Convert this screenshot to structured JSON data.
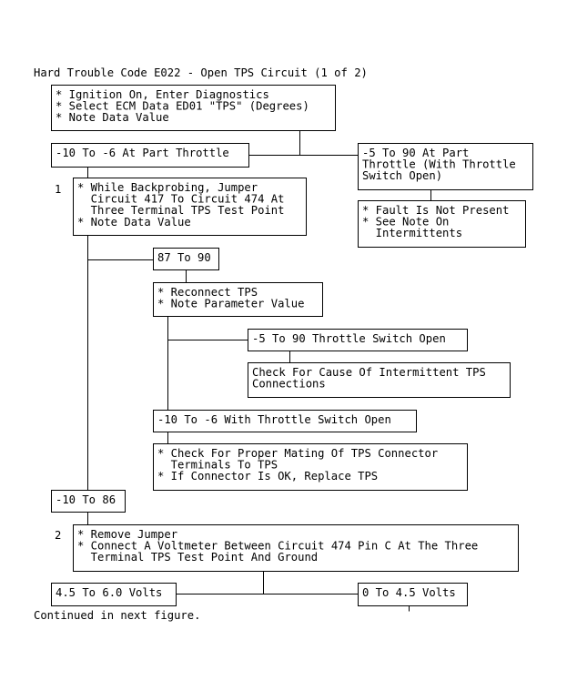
{
  "title": "Hard Trouble Code E022 - Open TPS Circuit (1 of 2)",
  "footer": "Continued in next figure.",
  "steps": {
    "step1_number": "1",
    "step2_number": "2"
  },
  "boxes": {
    "start": [
      "* Ignition On, Enter Diagnostics",
      "* Select ECM Data ED01 \"TPS\" (Degrees)",
      "* Note Data Value"
    ],
    "part_throttle_low": [
      "-10 To -6 At Part Throttle"
    ],
    "part_throttle_high": [
      "-5 To 90 At Part",
      "Throttle (With Throttle",
      "Switch Open)"
    ],
    "fault_not_present": [
      "* Fault Is Not Present",
      "* See Note On",
      "  Intermittents"
    ],
    "jumper": [
      "* While Backprobing, Jumper",
      "  Circuit 417 To Circuit 474 At",
      "  Three Terminal TPS Test Point",
      "* Note Data Value"
    ],
    "range_87_90": [
      "87 To 90"
    ],
    "reconnect": [
      "* Reconnect TPS",
      "* Note Parameter Value"
    ],
    "switch_open_high": [
      "-5 To 90 Throttle Switch Open"
    ],
    "intermittent": [
      "Check For Cause Of Intermittent TPS",
      "Connections"
    ],
    "switch_open_low": [
      "-10 To -6 With Throttle Switch Open"
    ],
    "mating": [
      "* Check For Proper Mating Of TPS Connector",
      "  Terminals To TPS",
      "* If Connector Is OK, Replace TPS"
    ],
    "range_10_86": [
      "-10 To 86"
    ],
    "voltmeter": [
      "* Remove Jumper",
      "* Connect A Voltmeter Between Circuit 474 Pin C At The Three",
      "  Terminal TPS Test Point And Ground"
    ],
    "volts_high": [
      "4.5 To 6.0 Volts"
    ],
    "volts_low": [
      "0 To 4.5 Volts"
    ]
  }
}
